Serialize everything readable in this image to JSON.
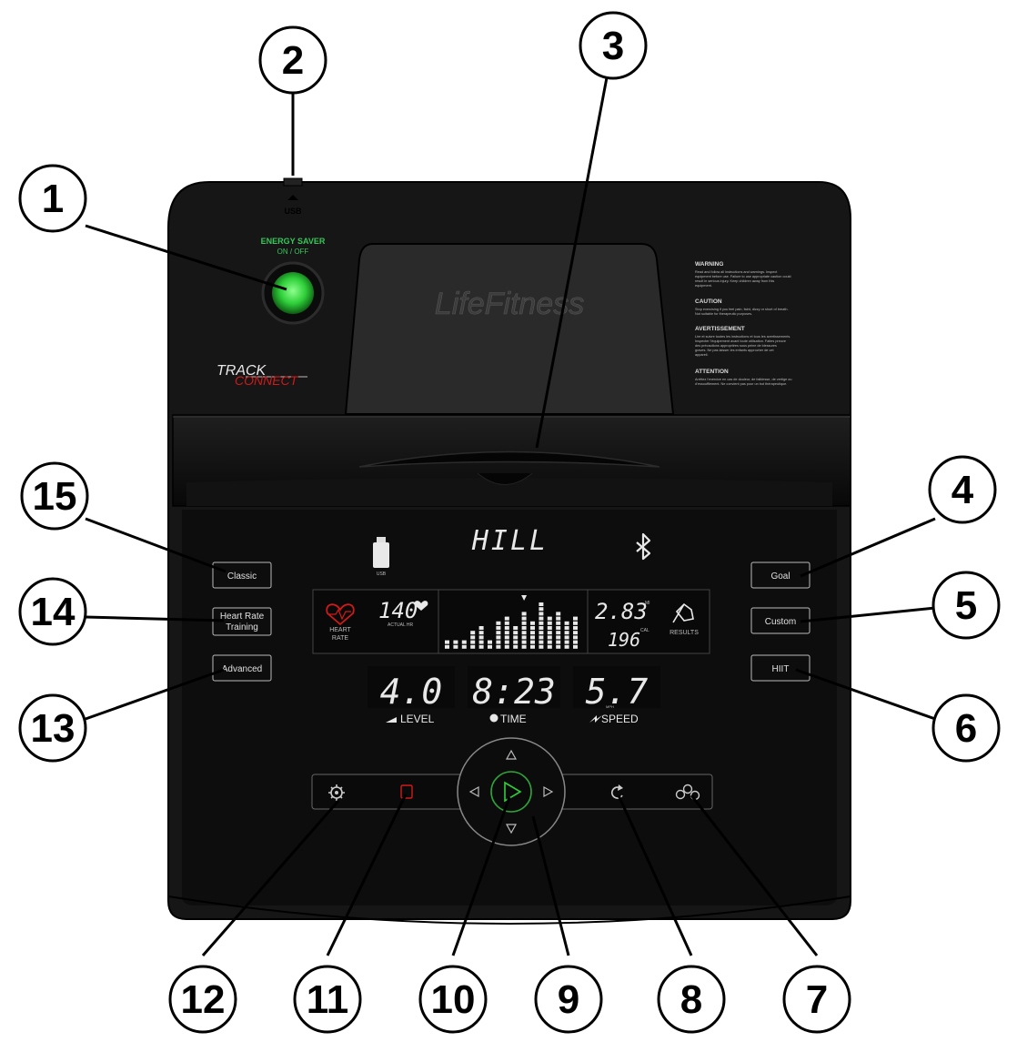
{
  "top": {
    "usb_label": "USB",
    "energy_saver_title": "ENERGY SAVER",
    "energy_saver_sub": "ON / OFF"
  },
  "branding": {
    "track_label": "TRACK",
    "connect_label": "CONNECT",
    "logo": "LifeFitness",
    "track_color": "#e8e8e8",
    "connect_color": "#d11a1a"
  },
  "warnings": [
    {
      "title": "WARNING",
      "body": "Read and follow all instructions and warnings. Inspect equipment before use. Failure to use appropriate caution could result in serious injury. Keep children away from this equipment."
    },
    {
      "title": "CAUTION",
      "body": "Stop exercising if you feel pain, faint, dizzy or short of breath. Not suitable for therapeutic purposes."
    },
    {
      "title": "AVERTISSEMENT",
      "body": "Lire et suivre toutes les instructions et tous les avertissements. Inspecter l'équipement avant toute utilisation. Faites preuve des précautions appropriées sous peine de blessures graves. Ne pas laisser les enfants approcher de cet appareil."
    },
    {
      "title": "ATTENTION",
      "body": "Arrêtez l'exercice en cas de douleur, de faiblesse, de vertige ou d'essoufflement. Ne convient pas pour un but thérapeutique."
    }
  ],
  "display": {
    "program_name": "HILL",
    "usb_icon_label": "USB",
    "hr_label_1": "HEART",
    "hr_label_2": "RATE",
    "actual_hr_value": "140",
    "actual_hr_label": "ACTUAL HR",
    "distance_value": "2.83",
    "distance_unit": "MI",
    "calories_value": "196",
    "calories_unit": "CAL",
    "results_label": "RESULTS",
    "level_value": "4.0",
    "level_label": "LEVEL",
    "time_value": "8:23",
    "time_label": "TIME",
    "speed_value": "5.7",
    "speed_label": "SPEED",
    "speed_unit": "MPH",
    "profile_bars": [
      2,
      2,
      2,
      3,
      4,
      2,
      5,
      6,
      4,
      7,
      5,
      8,
      6,
      7,
      5,
      6
    ],
    "profile_max": 8,
    "profile_marker_index": 9
  },
  "buttons": {
    "classic": "Classic",
    "heart_rate_training": [
      "Heart Rate",
      "Training"
    ],
    "advanced": "Advanced",
    "goal": "Goal",
    "custom": "Custom",
    "hiit": "HIIT"
  },
  "callouts": [
    "1",
    "2",
    "3",
    "4",
    "5",
    "6",
    "7",
    "8",
    "9",
    "10",
    "11",
    "12",
    "13",
    "14",
    "15"
  ],
  "colors": {
    "console": "#151515",
    "console_edge": "#0a0a0a",
    "power_green": "#2fcf3a",
    "energy_text": "#34c759",
    "hr_icon": "#d11a1a",
    "lcd_text": "#e8e8e8"
  }
}
